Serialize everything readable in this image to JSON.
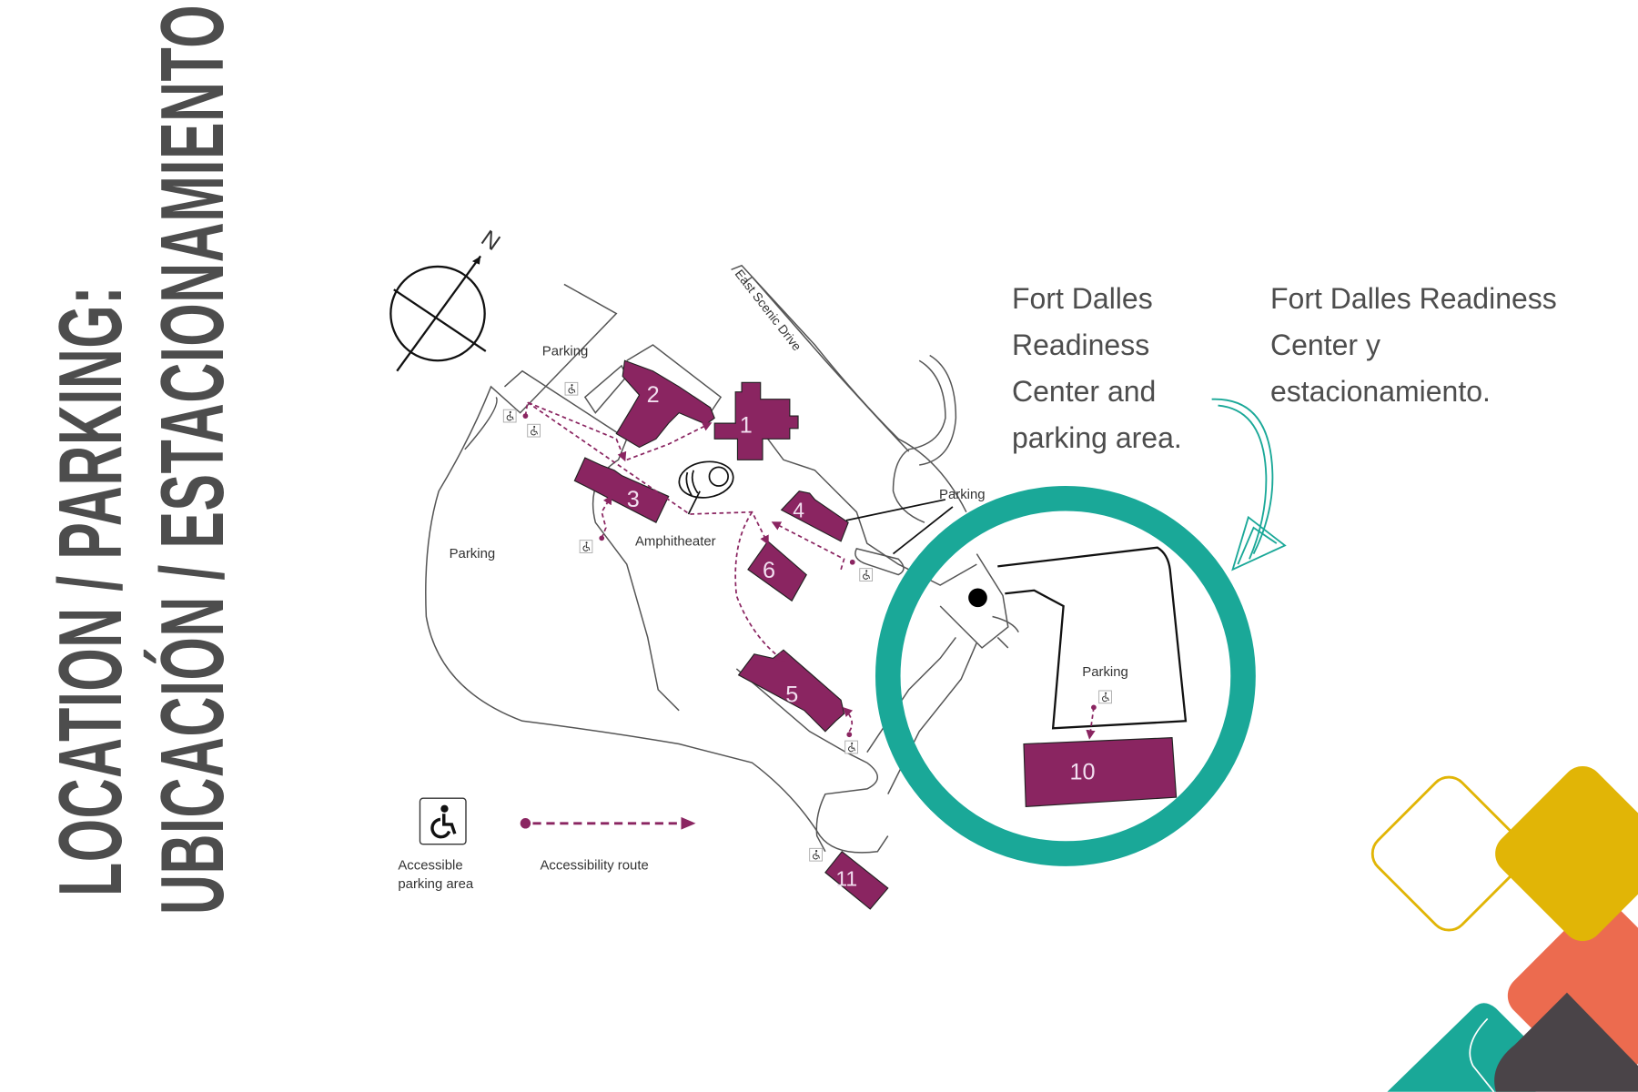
{
  "title": {
    "line1": "LOCATION / PARKING:",
    "line2": "UBICACIÓN / ESTACIONAMIENTO:"
  },
  "callout": {
    "english": "Fort Dalles Readiness Center and parking area.",
    "spanish": "Fort Dalles Readiness Center y estacionamiento."
  },
  "map": {
    "compass_label": "N",
    "road_label": "East Scenic Drive",
    "amphitheater_label": "Amphitheater",
    "parking_labels": {
      "north_lot": "Parking",
      "west_lot": "Parking",
      "east_lot": "Parking",
      "readiness_lot": "Parking"
    },
    "buildings": [
      "1",
      "2",
      "3",
      "4",
      "5",
      "6",
      "10",
      "11"
    ],
    "highlight_color": "#1aa898",
    "building_color": "#8a2561",
    "route_color": "#8a2561"
  },
  "legend": {
    "accessible_parking_icon": "wheelchair-icon",
    "accessible_parking_label_1": "Accessible",
    "accessible_parking_label_2": "parking area",
    "route_label": "Accessibility route"
  },
  "decor": {
    "colors": [
      "#e1b506",
      "#ec6b4f",
      "#1aa898",
      "#4a4448"
    ]
  }
}
